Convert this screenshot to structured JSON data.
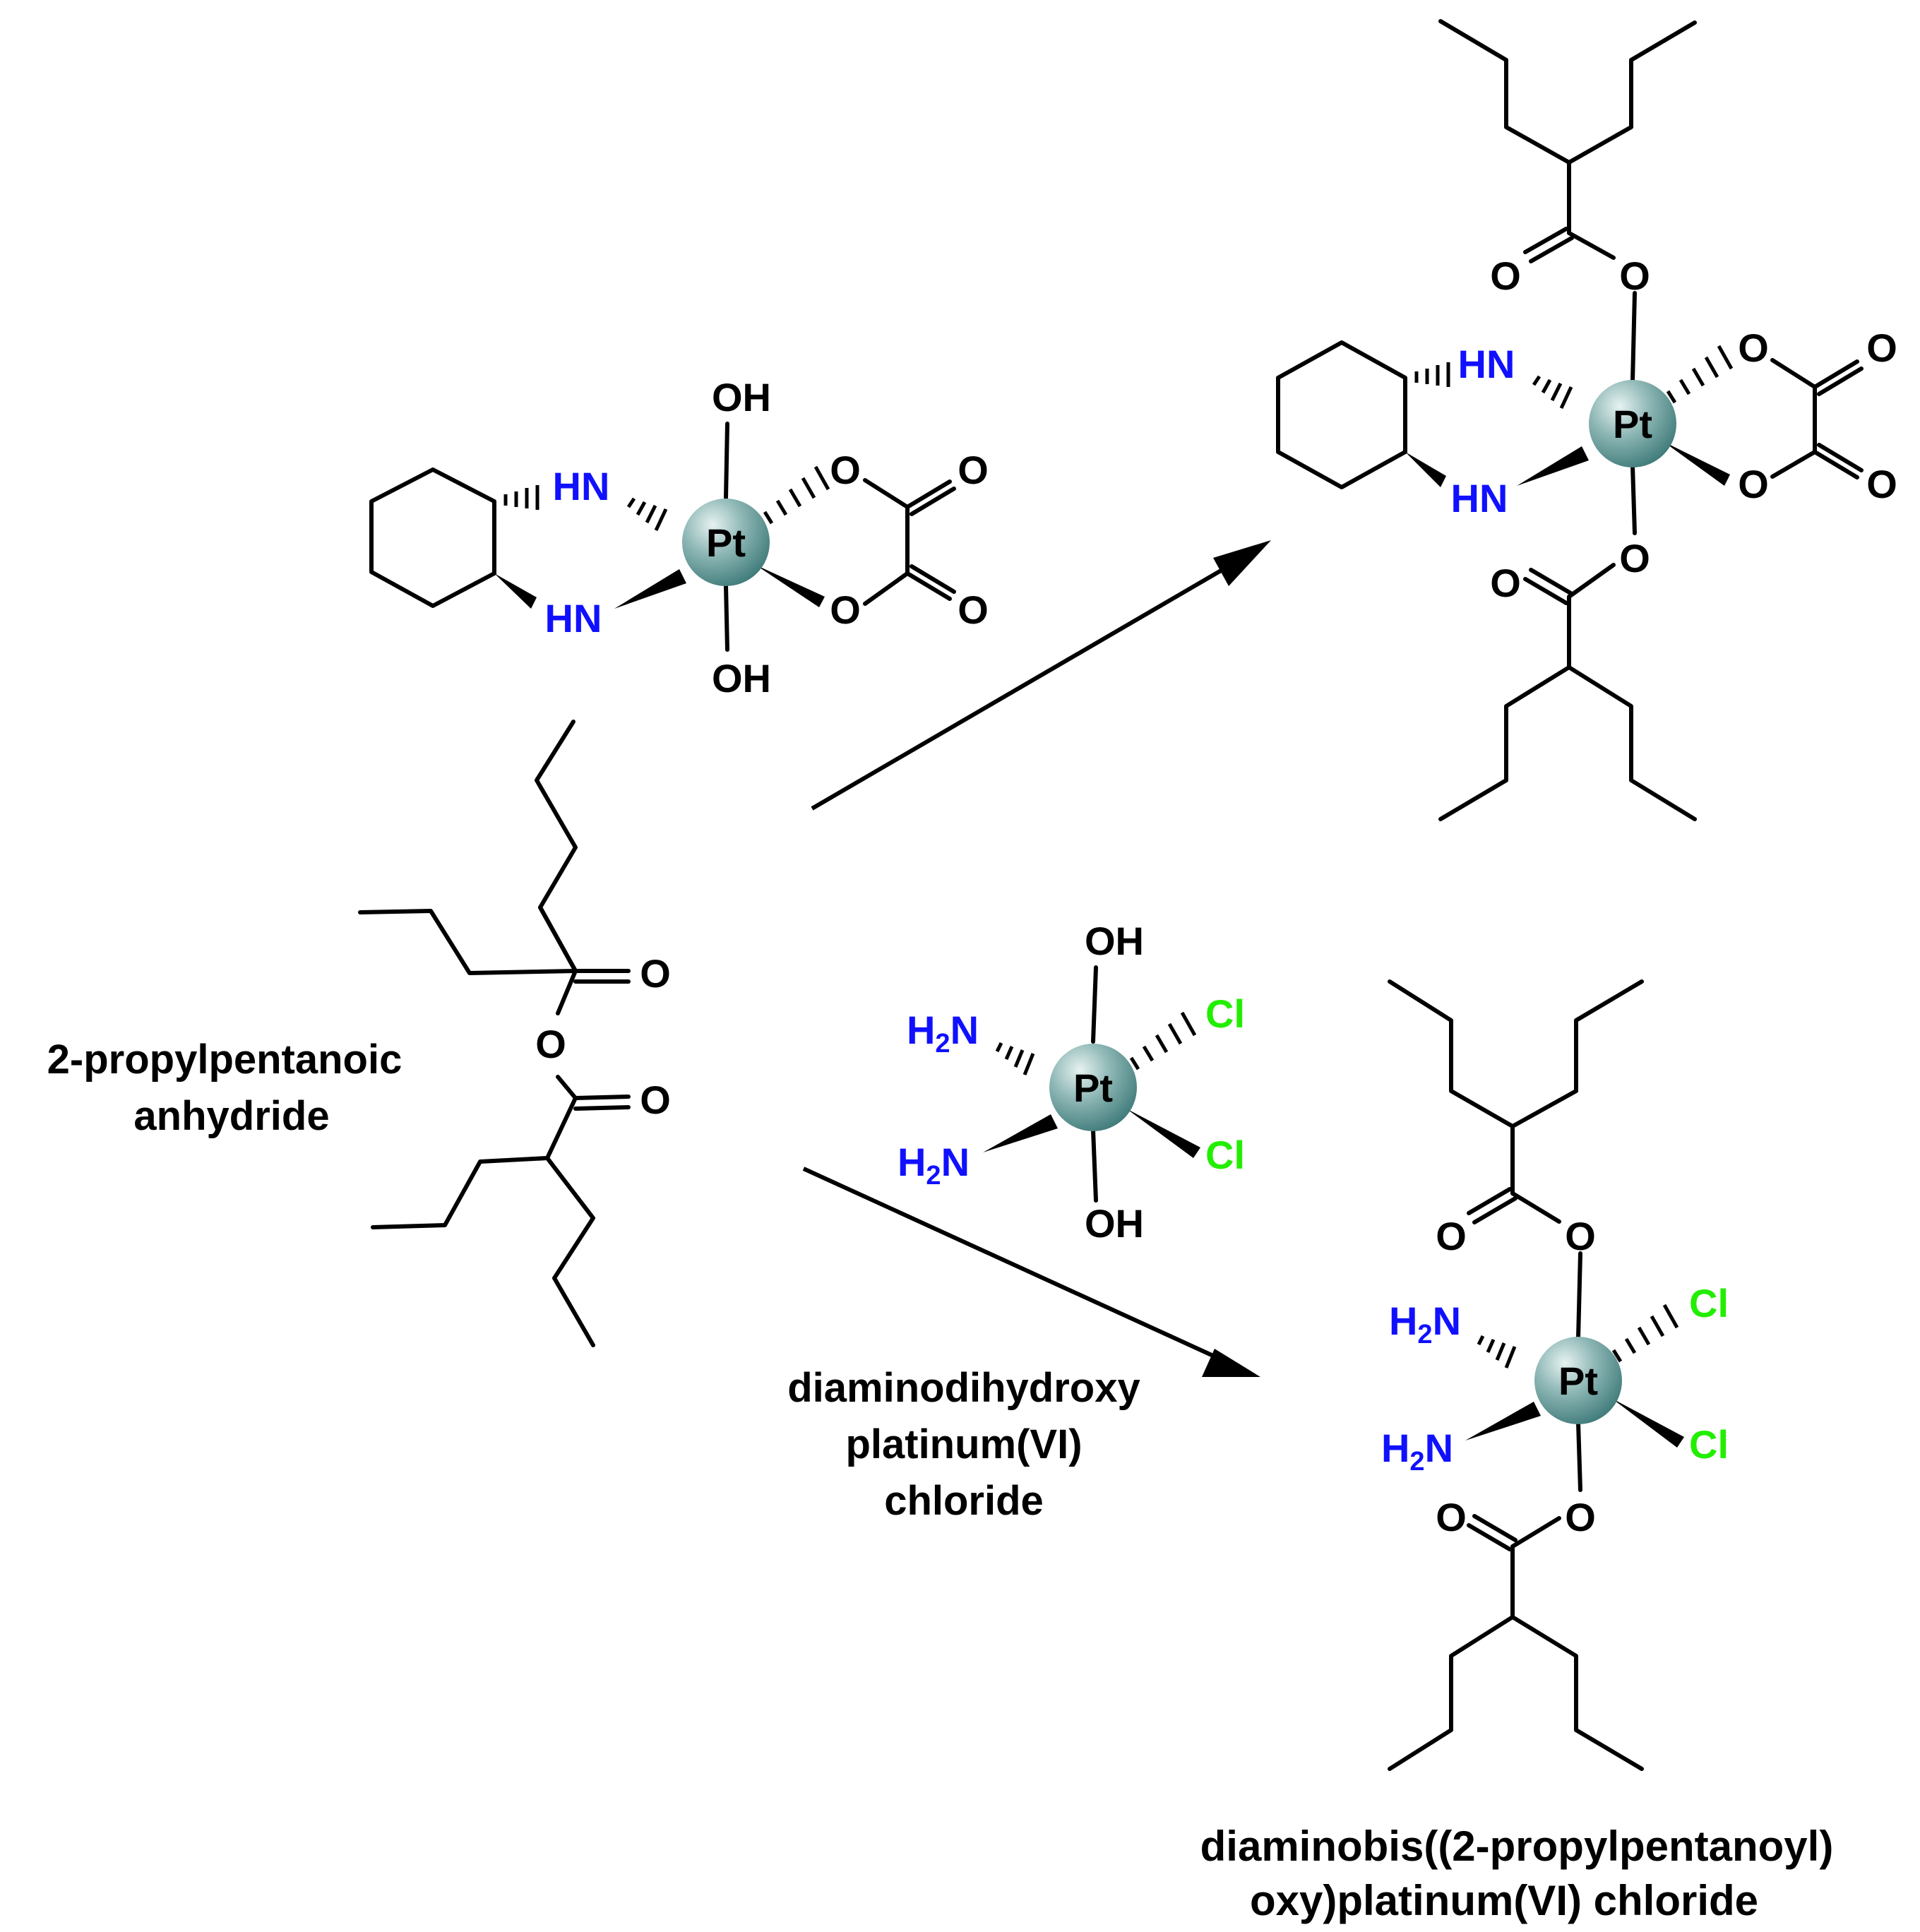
{
  "labels": {
    "reagent_name": [
      "2-propylpentanoic",
      "anhydride"
    ],
    "cisplatin_reagent_name": [
      "diaminodihydroxy",
      "platinum(VI)",
      "chloride"
    ],
    "product_bottom_name": [
      "diaminobis((2-propylpentanoyl)",
      "oxy)platinum(VI) chloride"
    ]
  },
  "atoms": {
    "Pt": "Pt",
    "OH": "OH",
    "O": "O",
    "HN": "HN",
    "H": "H",
    "N": "N",
    "sub2": "2",
    "Cl": "Cl"
  },
  "colors": {
    "bond": "#000000",
    "nitrogen": "#1010ff",
    "chlorine": "#22ee00",
    "platinum_light": "#b7d4d2",
    "platinum_dark": "#3f7b7a"
  }
}
